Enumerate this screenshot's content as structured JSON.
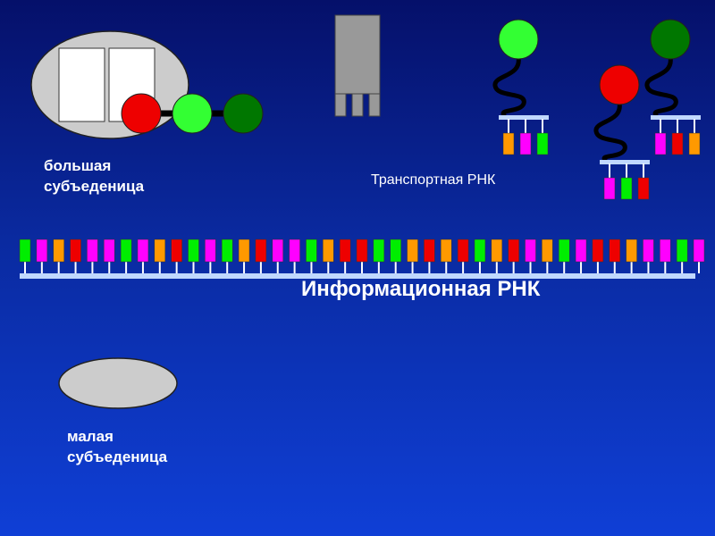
{
  "labels": {
    "large_subunit": [
      "большая",
      "субъеденица"
    ],
    "small_subunit": [
      "малая",
      "субъеденица"
    ],
    "trna": "Транспортная РНК",
    "mrna": "Информационная РНК"
  },
  "colors": {
    "green": "#00ee00",
    "magenta": "#ff00ff",
    "orange": "#ff9900",
    "red": "#ee0000",
    "dark_green": "#007700",
    "bright_green": "#33ff33",
    "ribosome_gray": "#cccccc",
    "site_white": "#ffffff",
    "stem_gray": "#999999",
    "backbone": "#c0d8ff"
  },
  "peptide_chain": [
    "red",
    "bright_green",
    "dark_green"
  ],
  "trna_molecules": [
    {
      "amino_acid": "bright_green",
      "anticodon": [
        "orange",
        "magenta",
        "green"
      ]
    },
    {
      "amino_acid": "red",
      "anticodon": [
        "magenta",
        "green",
        "red"
      ]
    },
    {
      "amino_acid": "dark_green",
      "anticodon": [
        "magenta",
        "red",
        "orange"
      ]
    }
  ],
  "mrna_nucleotides": [
    "green",
    "magenta",
    "orange",
    "red",
    "magenta",
    "magenta",
    "green",
    "magenta",
    "orange",
    "red",
    "green",
    "magenta",
    "green",
    "orange",
    "red",
    "magenta",
    "magenta",
    "green",
    "orange",
    "red",
    "red",
    "green",
    "green",
    "orange",
    "red",
    "orange",
    "red",
    "green",
    "orange",
    "red",
    "magenta",
    "orange",
    "green",
    "magenta",
    "red",
    "red",
    "orange",
    "magenta",
    "magenta",
    "green",
    "magenta"
  ]
}
